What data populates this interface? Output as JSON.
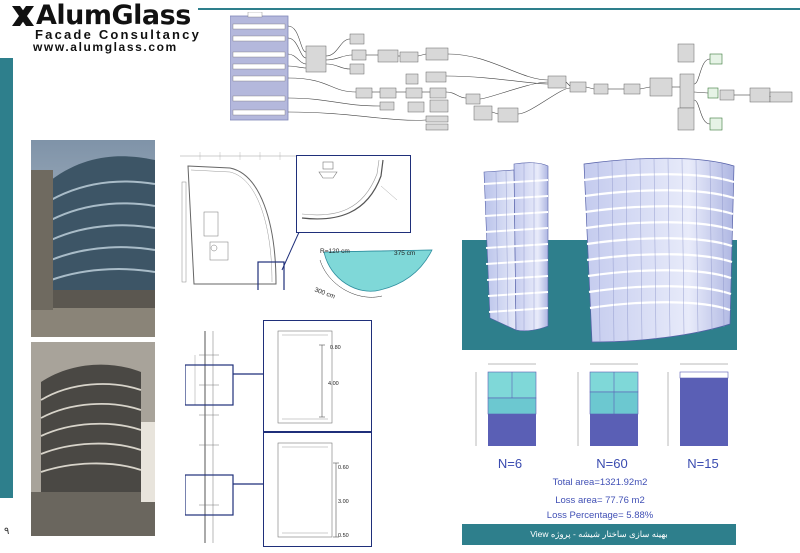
{
  "brand": {
    "name": "AlumGlass",
    "tagline": "Facade Consultancy",
    "url": "www.alumglass.com"
  },
  "colors": {
    "teal": "#2e7f8c",
    "glass_light": "#7fd8d8",
    "glass_mid": "#66c2cc",
    "glass_dark": "#5a5fb5",
    "label_blue": "#4150b5"
  },
  "panels": {
    "n_labels": [
      "N=6",
      "N=60",
      "N=15"
    ]
  },
  "stats": {
    "total_area": "Total area=1321.92m2",
    "loss_area": "Loss area= 77.76 m2",
    "loss_percentage": "Loss Percentage= 5.88%"
  },
  "diagram_labels": {
    "radius": "R=120 cm",
    "arc": "375 cm",
    "chord": "300 cm"
  },
  "detail_dims": {
    "top_a": "0.80",
    "top_b": "4.00",
    "bottom_a": "0.60",
    "bottom_b": "3.00",
    "bottom_c": "0.50"
  },
  "caption": "بهینه سازی ساختار شیشه - پروژه View",
  "page_number": "۹"
}
